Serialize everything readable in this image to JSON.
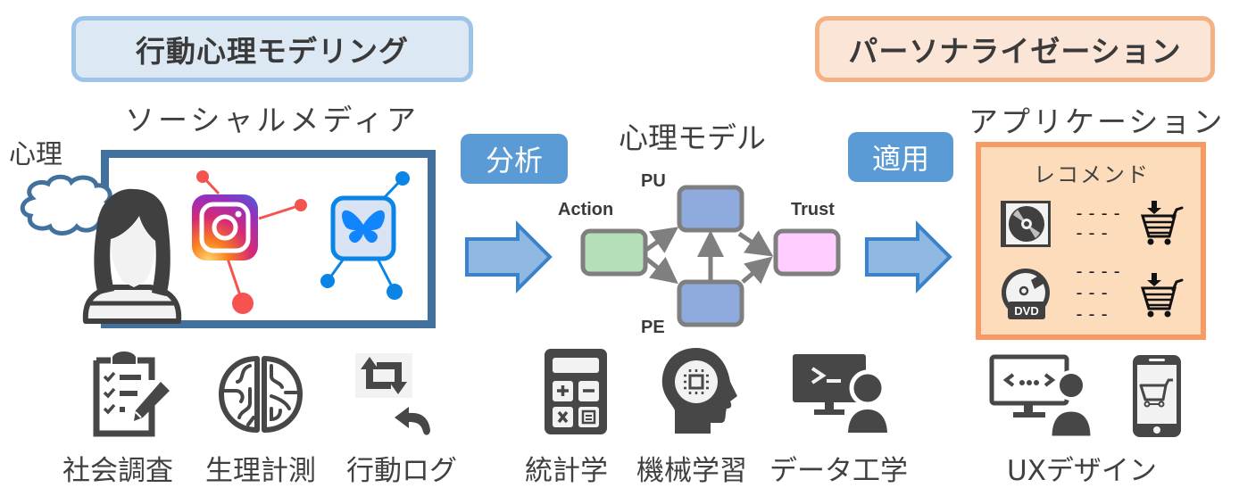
{
  "headers": {
    "left": "行動心理モデリング",
    "right": "パーソナライゼーション"
  },
  "sections": {
    "social_media": "ソーシャルメディア",
    "psych_model": "心理モデル",
    "application": "アプリケーション"
  },
  "mind_label": "心理",
  "steps": {
    "analyze": "分析",
    "apply": "適用"
  },
  "model_nodes": {
    "action": "Action",
    "pu": "PU",
    "pe": "PE",
    "trust": "Trust"
  },
  "recommend": {
    "title": "レコメンド",
    "items": [
      {
        "icon": "cd-icon",
        "lines": [
          "----",
          "---"
        ]
      },
      {
        "icon": "dvd-icon",
        "lines": [
          "----",
          "---",
          "---"
        ]
      }
    ]
  },
  "methods": {
    "left": [
      {
        "icon": "survey-clipboard-icon",
        "label": "社会調査"
      },
      {
        "icon": "brain-icon",
        "label": "生理計測"
      },
      {
        "icon": "activity-log-icon",
        "label": "行動ログ"
      }
    ],
    "center": [
      {
        "icon": "calculator-icon",
        "label": "統計学"
      },
      {
        "icon": "ai-head-icon",
        "label": "機械学習"
      },
      {
        "icon": "data-engineer-icon",
        "label": "データ工学"
      }
    ],
    "right": [
      {
        "icon": "ux-designer-icon",
        "label": "UXデザイン"
      }
    ]
  },
  "colors": {
    "left_header_bg": "#dde8f5",
    "left_header_border": "#9dc3e6",
    "right_header_bg": "#fbe5d6",
    "right_header_border": "#f4b183",
    "social_frame": "#41719c",
    "step_button": "#5b9bd5",
    "action_node": "#b5dfb9",
    "pu_pe_node": "#8faadc",
    "trust_node": "#ffccff",
    "app_box_bg": "#fddcbc",
    "app_box_border": "#f79a64",
    "icon_gray": "#474747"
  }
}
